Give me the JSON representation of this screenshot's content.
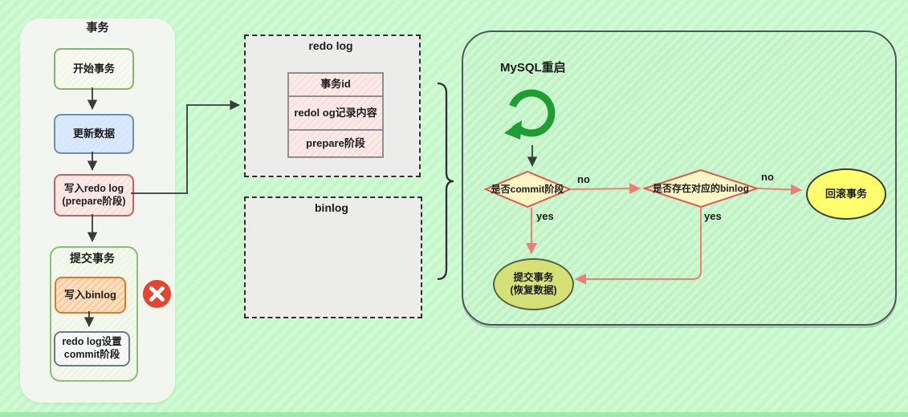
{
  "left_panel": {
    "title": "事务",
    "nodes": [
      {
        "key": "start",
        "label": "开始事务"
      },
      {
        "key": "update",
        "label": "更新数据"
      },
      {
        "key": "write_redo",
        "label": "写入redo log\n(prepare阶段)"
      }
    ],
    "commit_group": {
      "title": "提交事务",
      "nodes": [
        {
          "key": "write_binlog",
          "label": "写入binlog"
        },
        {
          "key": "redo_commit",
          "label": "redo log设置\ncommit阶段"
        }
      ]
    }
  },
  "middle": {
    "redo_log": {
      "title": "redo log",
      "rows": [
        "事务id",
        "redol og记录内容",
        "prepare阶段"
      ]
    },
    "binlog": {
      "title": "binlog"
    }
  },
  "right_panel": {
    "title": "MySQL重启",
    "decision1": "是否commit阶段",
    "decision2": "是否存在对应的binlog",
    "labels": {
      "no1": "no",
      "yes1": "yes",
      "no2": "no",
      "yes2": "yes"
    },
    "rollback": "回滚事务",
    "commit_recover": "提交事务\n(恢复数据)"
  },
  "colors": {
    "background": "#c9f6cb",
    "arrow_black": "#3a3a3a",
    "arrow_red": "#ed8074",
    "diamond_fill": "#fdf6c5",
    "diamond_border": "#e4574d",
    "rollback_fill": "#ffff6e",
    "recover_fill": "#d5e077",
    "restart_green": "#1e9e32",
    "error_red": "#e8432d"
  }
}
